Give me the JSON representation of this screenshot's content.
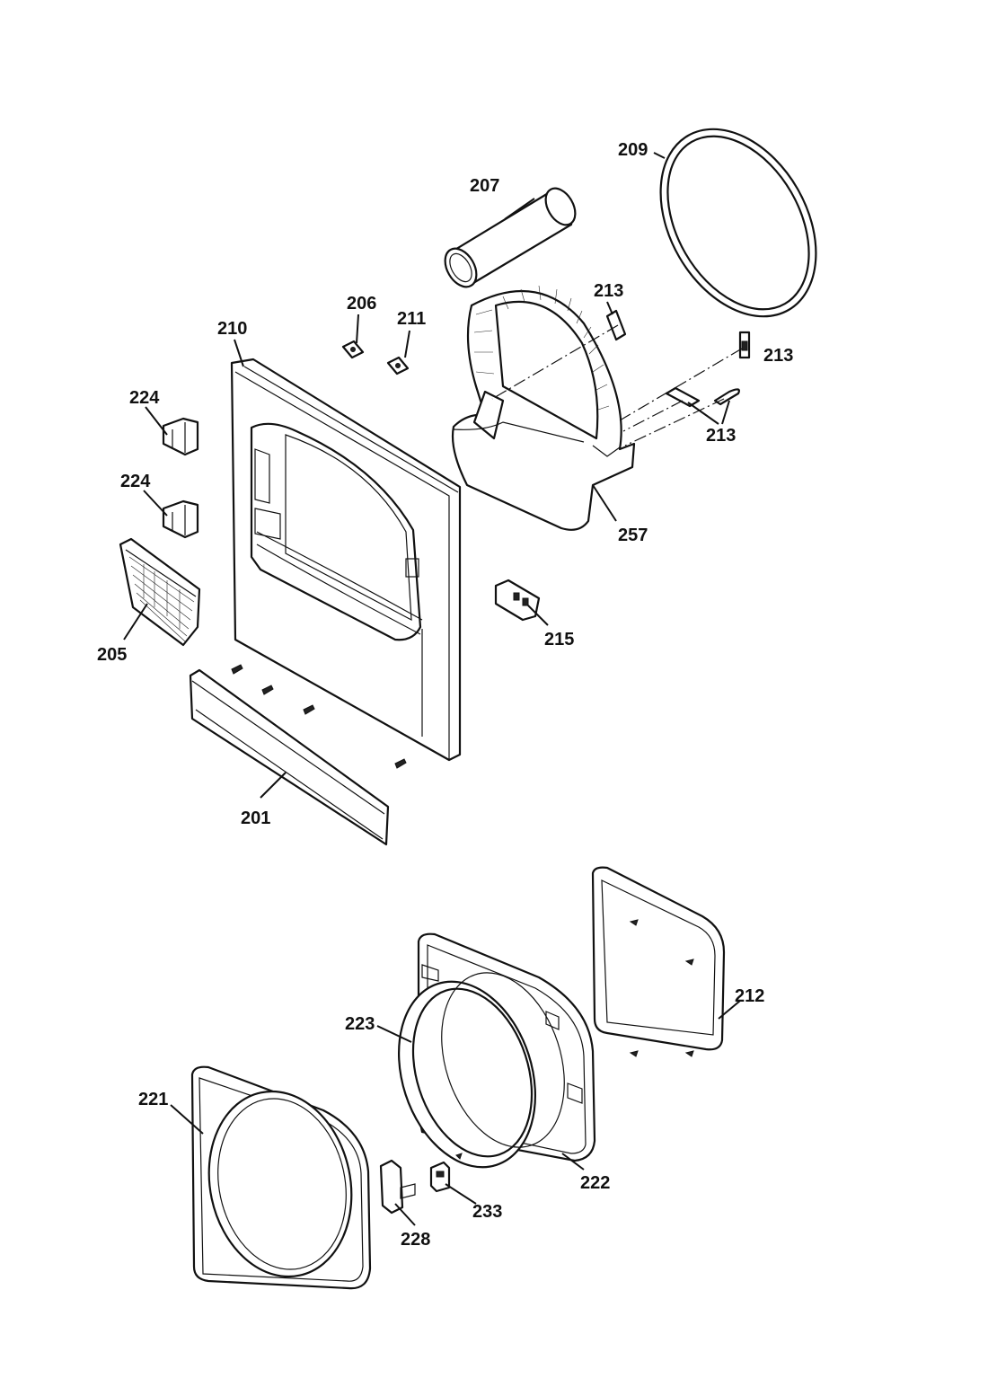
{
  "callouts": {
    "c201": "201",
    "c205": "205",
    "c206": "206",
    "c207": "207",
    "c209": "209",
    "c210": "210",
    "c211": "211",
    "c212": "212",
    "c213a": "213",
    "c213b": "213",
    "c213c": "213",
    "c215": "215",
    "c221": "221",
    "c222": "222",
    "c223": "223",
    "c224a": "224",
    "c224b": "224",
    "c228": "228",
    "c233": "233",
    "c257": "257"
  }
}
